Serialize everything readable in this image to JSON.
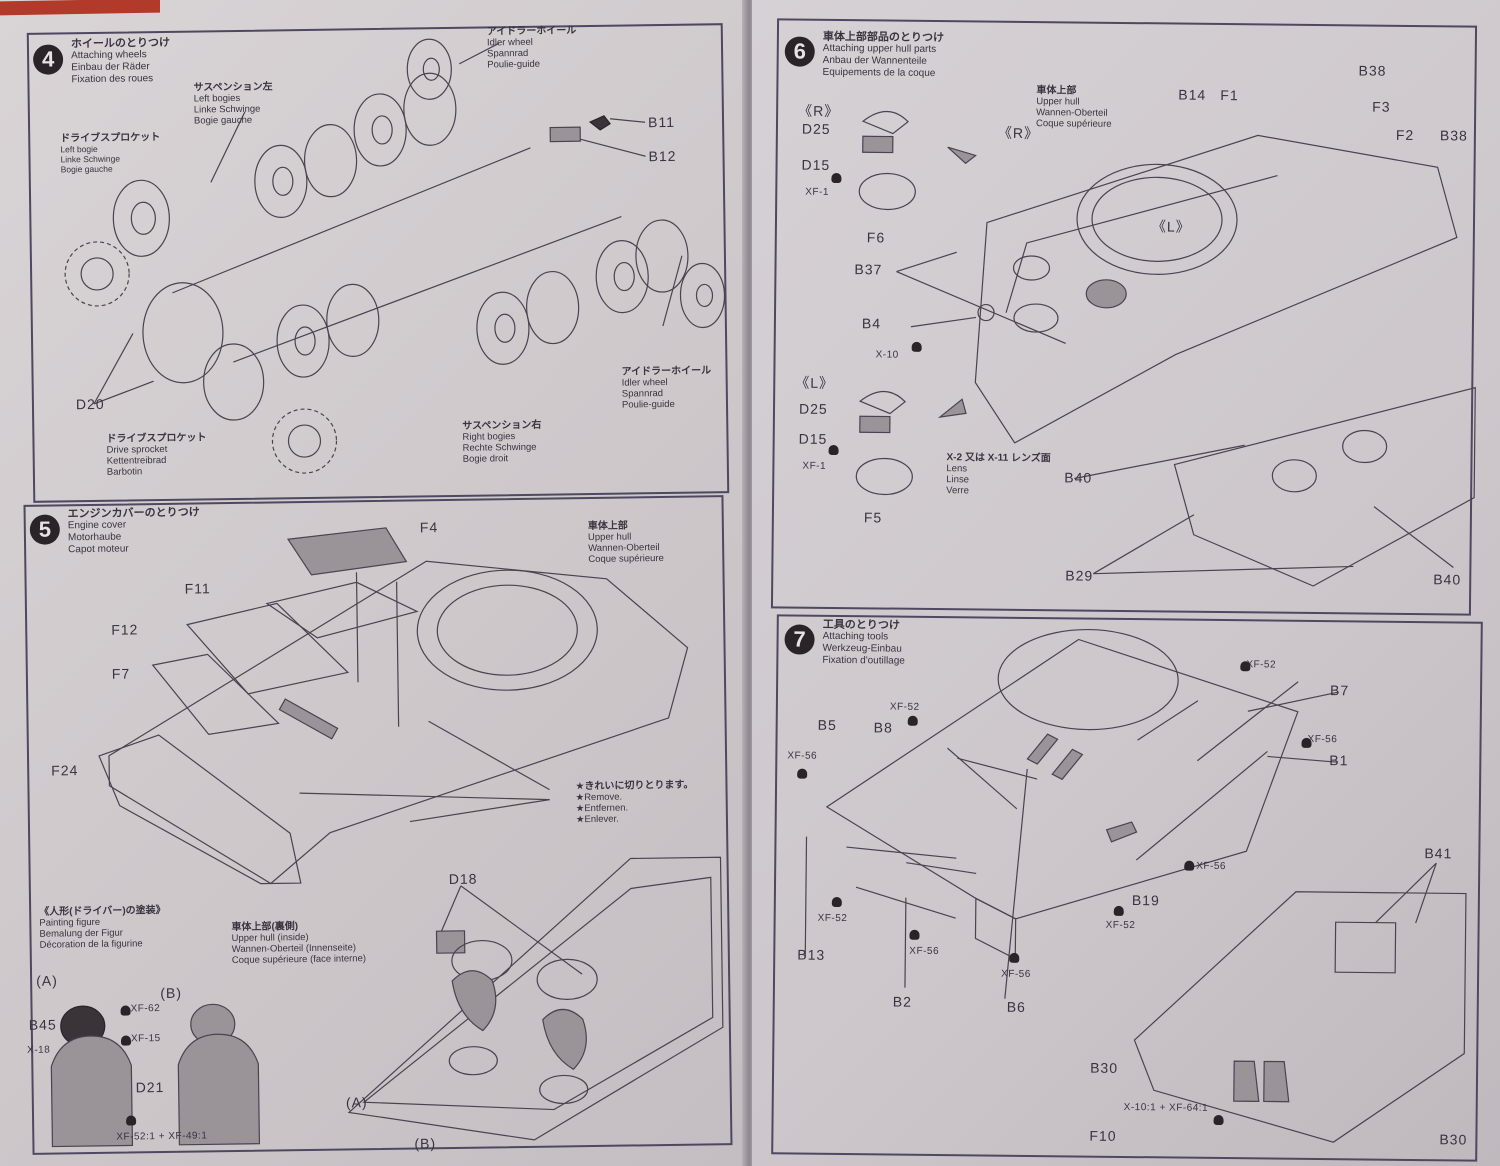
{
  "document": {
    "type": "model kit assembly instructions",
    "left_page": {
      "step4": {
        "number": "4",
        "title_jp": "ホイールのとりつけ",
        "title_en": "Attaching wheels",
        "title_de": "Einbau der Räder",
        "title_fr": "Fixation des roues",
        "callouts": [
          {
            "jp": "アイドラーホイール",
            "en": "Idler wheel",
            "de": "Spannrad",
            "fr": "Poulie-guide"
          },
          {
            "jp": "サスペンション左",
            "en": "Left bogies",
            "de": "Linke Schwinge",
            "fr": "Bogie gauche"
          },
          {
            "jp": "ドライブスプロケット",
            "en": "Left bogie",
            "de": "Linke Schwinge",
            "fr": "Bogie gauche"
          },
          {
            "jp": "ドライブスプロケット",
            "en": "Drive sprocket",
            "de": "Kettentreibrad",
            "fr": "Barbotin"
          },
          {
            "jp": "サスペンション右",
            "en": "Right bogies",
            "de": "Rechte Schwinge",
            "fr": "Bogie droit"
          },
          {
            "jp": "アイドラーホイール",
            "en": "Idler wheel",
            "de": "Spannrad",
            "fr": "Poulie-guide"
          }
        ],
        "parts": [
          "B11",
          "B12",
          "D20"
        ]
      },
      "step5": {
        "number": "5",
        "title_jp": "エンジンカバーのとりつけ",
        "title_en": "Engine cover",
        "title_de": "Motorhaube",
        "title_fr": "Capot moteur",
        "callouts": [
          {
            "jp": "車体上部",
            "en": "Upper hull",
            "de": "Wannen-Oberteil",
            "fr": "Coque supérieure"
          }
        ],
        "remove_note": {
          "jp": "★きれいに切りとります。",
          "en": "★Remove.",
          "de": "★Entfernen.",
          "fr": "★Enlever."
        },
        "parts": [
          "F4",
          "F11",
          "F12",
          "F7",
          "F24"
        ]
      },
      "figure_painting": {
        "title_jp": "《人形(ドライバー)の塗装》",
        "title_en": "Painting figure",
        "title_de": "Bemalung der Figur",
        "title_fr": "Décoration de la figurine",
        "variant_a": "(A)",
        "variant_b": "(B)",
        "paints": [
          "XF-62",
          "XF-15",
          "X-18",
          "XF-52:1 + XF-49:1"
        ],
        "parts": [
          "B45",
          "D21"
        ]
      },
      "upper_hull_inside": {
        "jp": "車体上部(裏側)",
        "en": "Upper hull (inside)",
        "de": "Wannen-Oberteil (Innenseite)",
        "fr": "Coque supérieure (face interne)",
        "parts": [
          "D18"
        ],
        "variant_a": "(A)",
        "variant_b": "(B)"
      }
    },
    "right_page": {
      "step6": {
        "number": "6",
        "title_jp": "車体上部部品のとりつけ",
        "title_en": "Attaching upper hull parts",
        "title_de": "Anbau der Wannenteile",
        "title_fr": "Equipements de la coque",
        "callouts": [
          {
            "jp": "車体上部",
            "en": "Upper hull",
            "de": "Wannen-Oberteil",
            "fr": "Coque supérieure"
          },
          {
            "jp": "X-2 又は X-11 レンズ面",
            "en": "Lens",
            "de": "Linse",
            "fr": "Verre"
          }
        ],
        "side_r": "《R》",
        "side_l": "《L》",
        "parts": [
          "D25",
          "D15",
          "F6",
          "F5",
          "B14",
          "F1",
          "B38",
          "F3",
          "F2",
          "B37",
          "B4",
          "B40",
          "B29"
        ],
        "paints": [
          "XF-1",
          "X-10"
        ]
      },
      "step7": {
        "number": "7",
        "title_jp": "工具のとりつけ",
        "title_en": "Attaching tools",
        "title_de": "Werkzeug-Einbau",
        "title_fr": "Fixation d'outillage",
        "parts": [
          "B5",
          "B8",
          "B7",
          "B1",
          "B13",
          "B2",
          "B6",
          "B19",
          "B41",
          "B30",
          "F10"
        ],
        "paints": [
          "XF-52",
          "XF-56",
          "X-10:1 + XF-64:1"
        ]
      }
    }
  }
}
